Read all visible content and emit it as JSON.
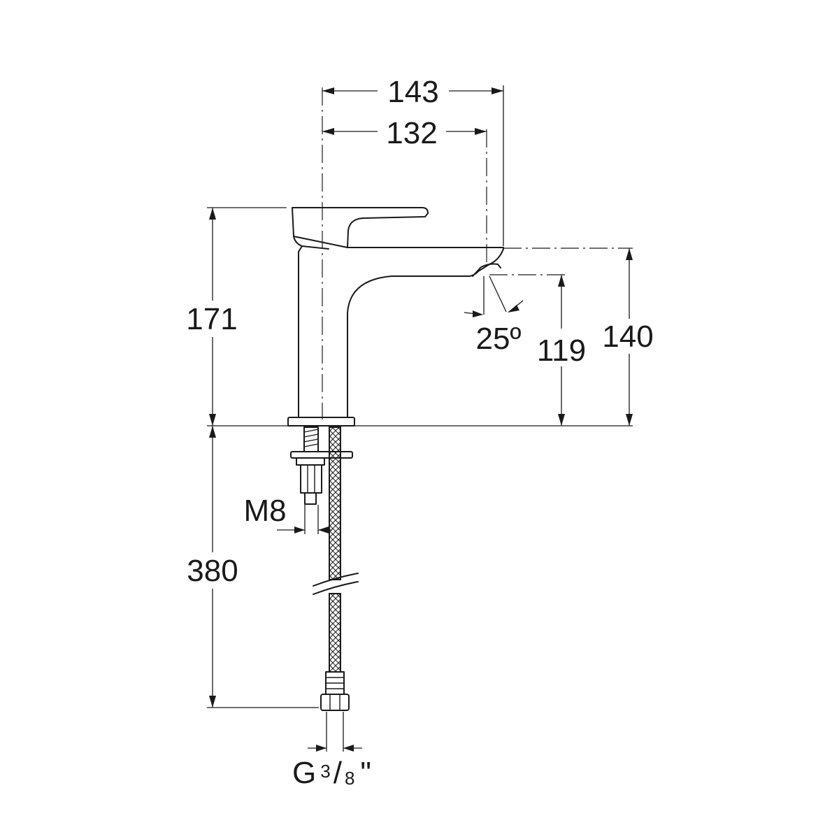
{
  "dimensions": {
    "width_overall": "143",
    "width_spout": "132",
    "height_total": "171",
    "height_spout_top": "140",
    "height_outlet": "119",
    "spout_angle": "25º",
    "hose_length": "380",
    "stud_thread": "M8",
    "connection_prefix": "G",
    "connection_num": "3",
    "connection_den": "8",
    "connection_suffix": "\""
  },
  "colors": {
    "line": "#1a1a1a",
    "background": "#ffffff"
  }
}
